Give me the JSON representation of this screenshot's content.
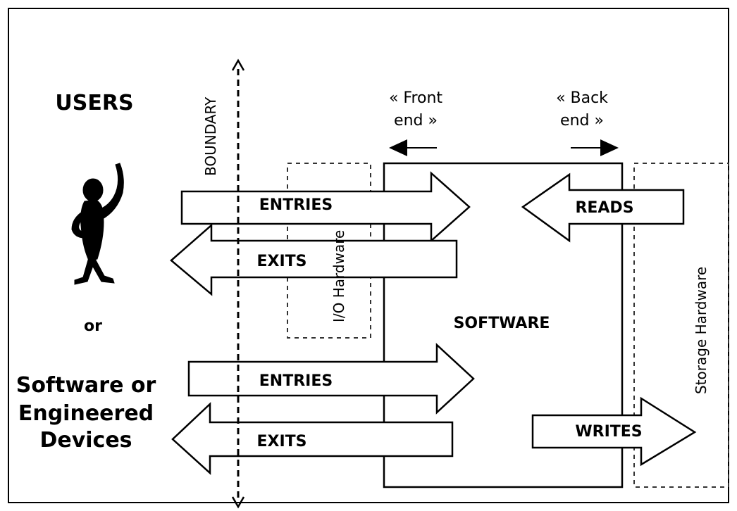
{
  "labels": {
    "users": "USERS",
    "or": "or",
    "software_devices_line1": "Software or",
    "software_devices_line2": "Engineered",
    "software_devices_line3": "Devices",
    "boundary": "BOUNDARY",
    "front_end_line1": "« Front",
    "front_end_line2": "end »",
    "back_end_line1": "« Back",
    "back_end_line2": "end »",
    "entries": "ENTRIES",
    "exits": "EXITS",
    "reads": "READS",
    "writes": "WRITES",
    "software": "SOFTWARE",
    "io_hardware": "I/O Hardware",
    "storage_hardware": "Storage Hardware"
  },
  "icons": {
    "person": "person-icon"
  }
}
